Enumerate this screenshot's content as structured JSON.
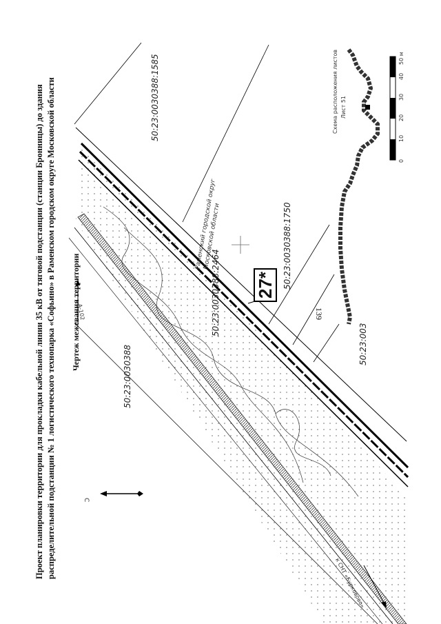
{
  "page_number": "139",
  "title_lines": [
    "Проект планировки территории для прокладки кабельной линии 35 кВ от тяговой подстанции (станции Бронницы) до здания",
    "распределительной подстанции № 1 логистического технопарка «Софьино» в Раменском городском округе Московской области"
  ],
  "map_title": "Чертеж межевания территории",
  "cadastral_labels": {
    "top_right": "50:23:0030388:1585",
    "left": "50:23:0030388",
    "middle": "50:23:0030388:1750",
    "lower": "50:23:003",
    "center": "50:23:0030388:2464"
  },
  "lot_label": "27*",
  "district_label": [
    "Раменский городской округ",
    "Московской области"
  ],
  "road_labels": {
    "highway": "А-102",
    "snt": "к СНТ «Бурковово»"
  },
  "north_arrow": "С",
  "scheme": {
    "title": "Схема расположения листов",
    "sheet": "Лист 51"
  },
  "scale_bar": {
    "ticks": [
      "0",
      "10",
      "20",
      "30",
      "40",
      "50 м"
    ]
  }
}
